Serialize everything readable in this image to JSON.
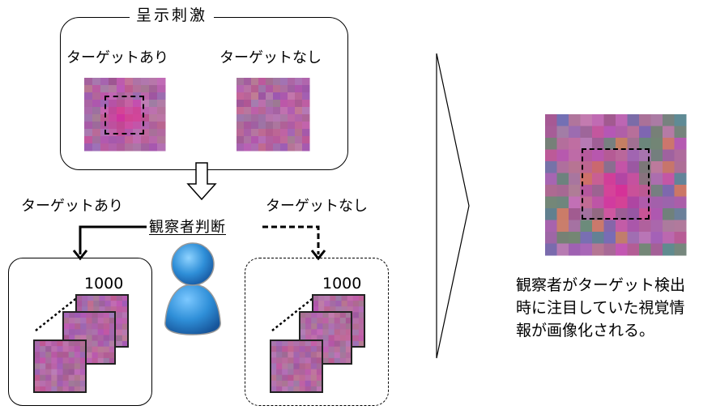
{
  "stimulus_panel": {
    "title": "呈示刺激",
    "target_present_label": "ターゲットあり",
    "target_absent_label": "ターゲットなし"
  },
  "decision": {
    "observer_label": "観察者判断",
    "yes_label": "ターゲットあり",
    "no_label": "ターゲットなし"
  },
  "stacks": {
    "yes_count": "1000",
    "no_count": "1000"
  },
  "result": {
    "caption_lines": [
      "観察者がターゲット検出",
      "時に注目していた視覚情",
      "報が画像化される。"
    ]
  },
  "colors": {
    "noise_base": "#b06aa4",
    "target_magenta": "#e2359a",
    "observer_blue": "#2f8fd8"
  }
}
